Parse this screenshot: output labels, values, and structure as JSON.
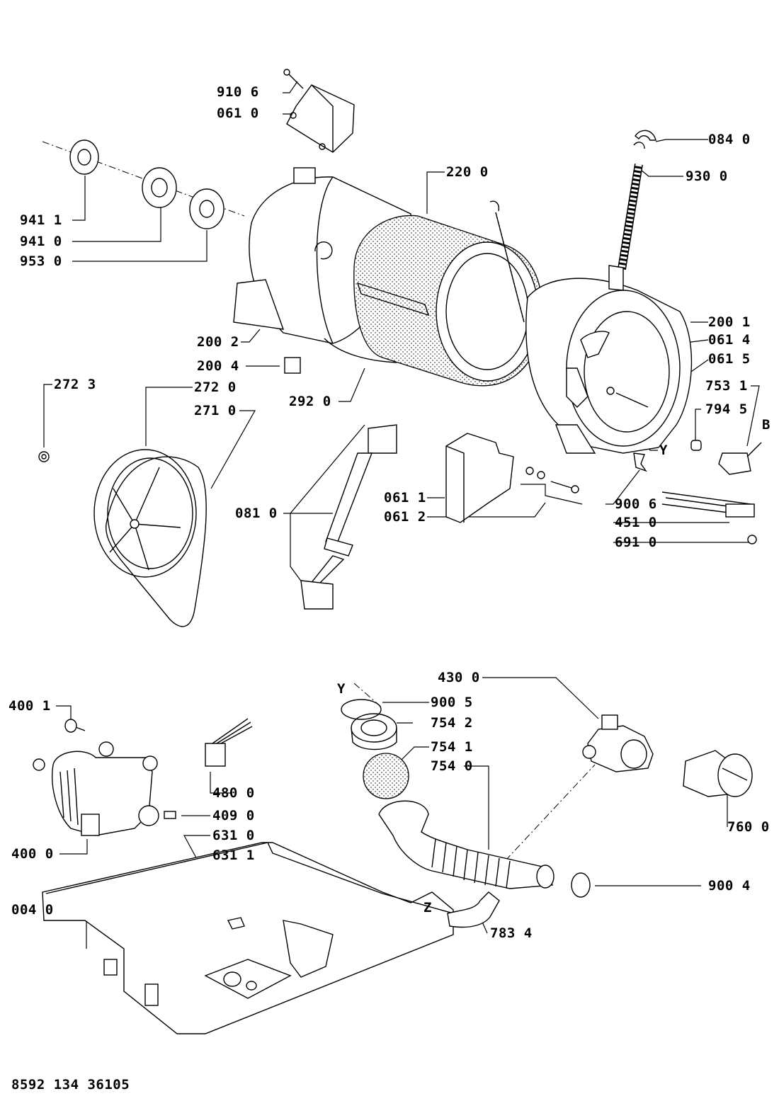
{
  "document_number": "8592 134 36105",
  "callouts": {
    "c_910_6": "910 6",
    "c_061_0": "061 0",
    "c_941_1": "941 1",
    "c_941_0": "941 0",
    "c_953_0": "953 0",
    "c_220_0": "220 0",
    "c_084_0": "084 0",
    "c_930_0": "930 0",
    "c_200_1": "200 1",
    "c_061_4": "061 4",
    "c_061_5": "061 5",
    "c_200_2": "200 2",
    "c_200_4": "200 4",
    "c_292_0": "292 0",
    "c_272_3": "272 3",
    "c_272_0": "272 0",
    "c_271_0": "271 0",
    "c_753_1": "753 1",
    "c_794_5": "794 5",
    "c_B": "B",
    "c_Y1": "Y",
    "c_081_0": "081 0",
    "c_061_1": "061 1",
    "c_061_2": "061 2",
    "c_900_6": "900 6",
    "c_451_0": "451 0",
    "c_691_0": "691 0",
    "c_430_0": "430 0",
    "c_Y2": "Y",
    "c_900_5": "900 5",
    "c_754_2": "754 2",
    "c_754_1": "754 1",
    "c_754_0": "754 0",
    "c_400_1": "400 1",
    "c_480_0": "480 0",
    "c_409_0": "409 0",
    "c_400_0": "400 0",
    "c_631_0": "631 0",
    "c_631_1": "631 1",
    "c_760_0": "760 0",
    "c_900_4": "900 4",
    "c_004_0": "004 0",
    "c_Z": "Z",
    "c_783_4": "783 4"
  }
}
